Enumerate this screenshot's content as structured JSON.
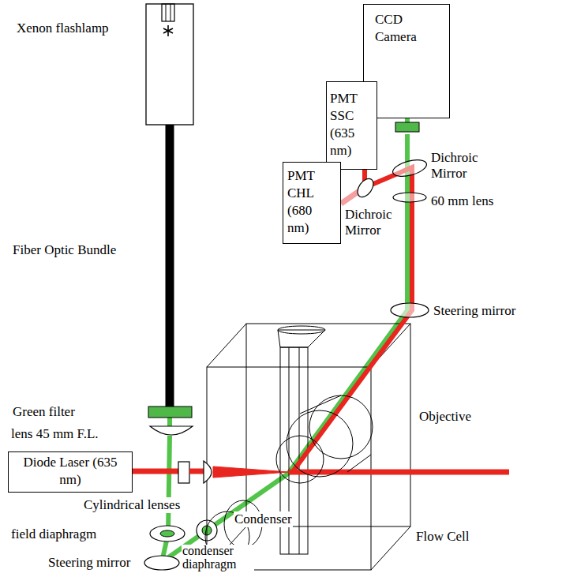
{
  "diagram": {
    "nodes": [
      {
        "text": [
          "CCD Camera"
        ]
      },
      {
        "text": [
          "PMT SSC (635 nm)"
        ]
      },
      {
        "text": [
          "PMT CHL (680 nm)"
        ]
      },
      {
        "text": [
          "Diode Laser (635 nm)"
        ]
      }
    ],
    "labels": [
      "Xenon flashlamp",
      "Fiber Optic Bundle",
      "Green filter",
      "lens 45 mm F.L.",
      "Cylindrical lenses",
      "field diaphragm",
      "Steering mirror",
      "condenser diaphragm",
      "Condenser",
      "Flow Cell",
      "Objective",
      "Steering mirror",
      "Dichroic Mirror",
      "60 mm lens",
      "Dichroic Mirror"
    ]
  }
}
